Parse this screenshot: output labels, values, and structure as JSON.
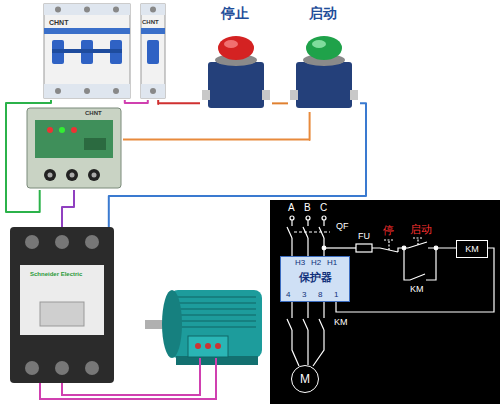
{
  "diagram": {
    "nodes": [
      {
        "text": [
          "CHNT"
        ]
      },
      {
        "text": [
          "CHNT"
        ]
      },
      {
        "text": [
          "停止"
        ]
      },
      {
        "text": [
          "启动"
        ]
      },
      {
        "text": [
          "CHNT"
        ]
      },
      {
        "text": [
          "Schneider Electric"
        ]
      },
      {
        "text": [
          "H3",
          "H2",
          "H1",
          "保护器",
          "4",
          "3",
          "8",
          "1"
        ]
      },
      {
        "text": [
          "KM"
        ]
      },
      {
        "text": [
          "M"
        ]
      }
    ],
    "edges": [
      {
        "from": 0,
        "to": 4,
        "arrow": "none"
      },
      {
        "from": 0,
        "to": 1,
        "arrow": "none"
      },
      {
        "from": 1,
        "to": 2,
        "arrow": "none"
      },
      {
        "from": 2,
        "to": 3,
        "arrow": "none"
      },
      {
        "from": 3,
        "to": 5,
        "arrow": "none"
      },
      {
        "from": 3,
        "to": 4,
        "arrow": "none"
      },
      {
        "from": 4,
        "to": 5,
        "arrow": "none"
      }
    ],
    "labels": [
      "A",
      "B",
      "C",
      "QF",
      "FU",
      "停",
      "启动",
      "KM",
      "KM"
    ]
  }
}
